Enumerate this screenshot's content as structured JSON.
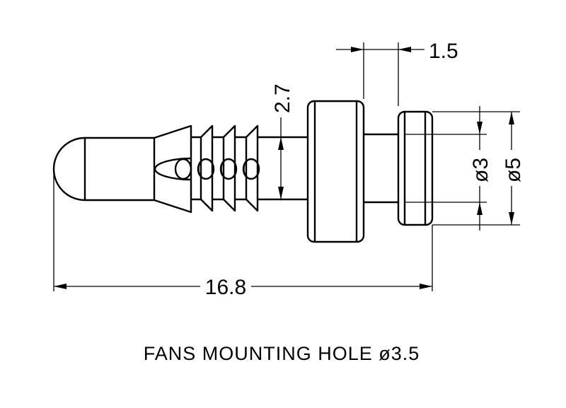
{
  "drawing": {
    "title": "FANS MOUNTING HOLE ø3.5",
    "line_color": "#000000",
    "background": "#ffffff"
  },
  "dimensions": {
    "overall_length": "16.8",
    "shaft_diameter": "2.7",
    "collar_gap": "1.5",
    "inner_diameter": "ø3",
    "outer_diameter": "ø5"
  }
}
